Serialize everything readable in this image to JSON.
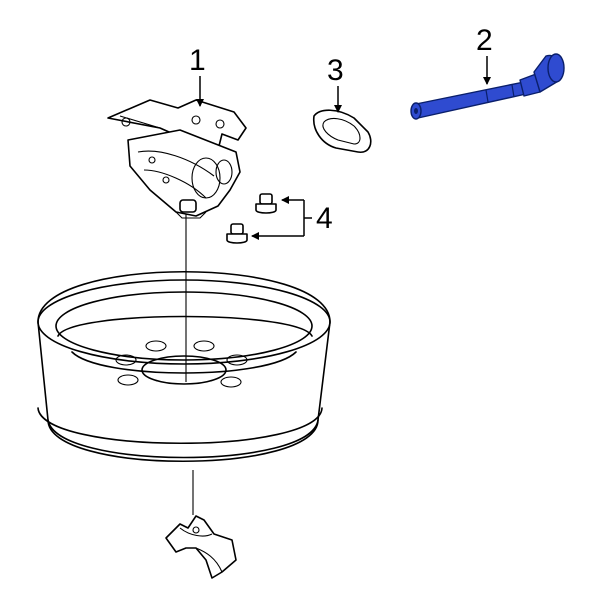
{
  "callouts": {
    "one": "1",
    "two": "2",
    "three": "3",
    "four": "4"
  },
  "colors": {
    "highlight": "#2f4bd0",
    "line": "#000000",
    "background": "#ffffff"
  },
  "parts": {
    "one": "jack-assembly",
    "two": "jack-handle",
    "three": "retainer",
    "four": "bolts"
  }
}
